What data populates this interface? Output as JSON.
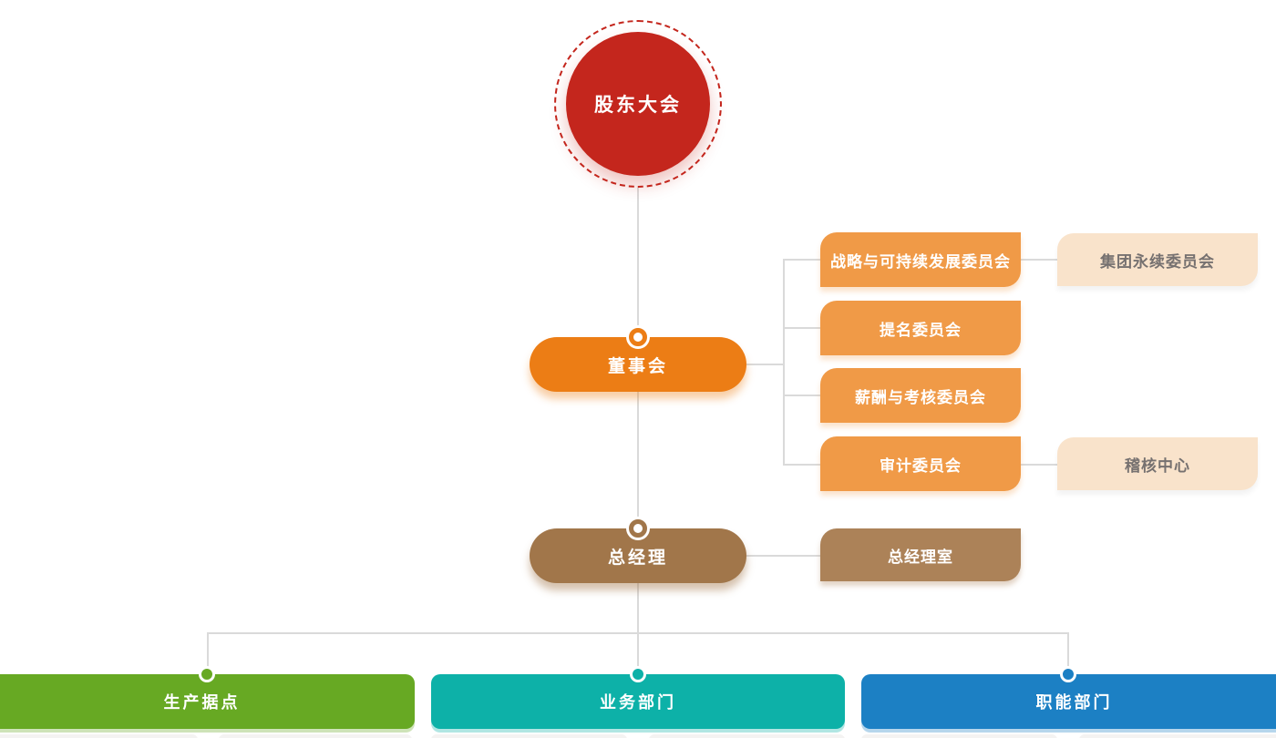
{
  "colors": {
    "shareholders_red": "#C4261D",
    "board_orange": "#EC7D15",
    "committee_orange": "#F09A47",
    "sub_box_beige": "#F9E3CB",
    "sub_box_text": "#767170",
    "gm_brown": "#A1764A",
    "gm_office_brown": "#AC8258",
    "production_green": "#67A923",
    "business_teal": "#0DB1A8",
    "functional_blue": "#1C80C4",
    "connector_gray": "#DADADA"
  },
  "nodes": {
    "shareholders": {
      "label": "股东大会"
    },
    "board": {
      "label": "董事会"
    },
    "committees": [
      {
        "label": "战略与可持续发展委员会",
        "sub_label": "集团永续委员会"
      },
      {
        "label": "提名委员会"
      },
      {
        "label": "薪酬与考核委员会"
      },
      {
        "label": "审计委员会",
        "sub_label": "稽核中心"
      }
    ],
    "general_manager": {
      "label": "总经理",
      "office_label": "总经理室"
    },
    "departments": [
      {
        "label": "生产据点"
      },
      {
        "label": "业务部门"
      },
      {
        "label": "职能部门"
      }
    ]
  }
}
